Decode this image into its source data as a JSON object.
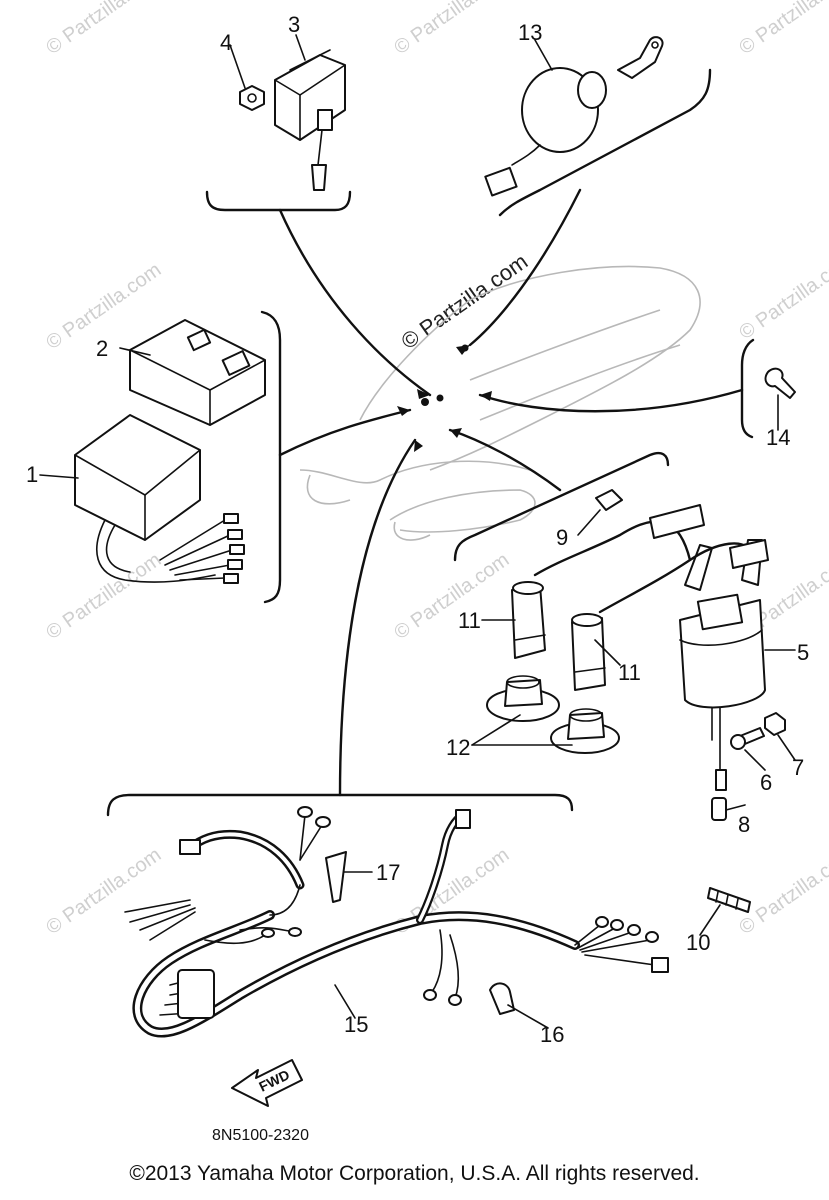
{
  "watermarks": {
    "site": "© Partzilla.com",
    "center": "© Partzilla.com"
  },
  "callouts": [
    "1",
    "2",
    "3",
    "4",
    "5",
    "6",
    "7",
    "8",
    "9",
    "10",
    "11",
    "11",
    "12",
    "13",
    "14",
    "15",
    "16",
    "17"
  ],
  "drawing_number": "8N5100-2320",
  "fwd_label": "FWD",
  "copyright": "©2013 Yamaha Motor Corporation, U.S.A. All rights reserved."
}
